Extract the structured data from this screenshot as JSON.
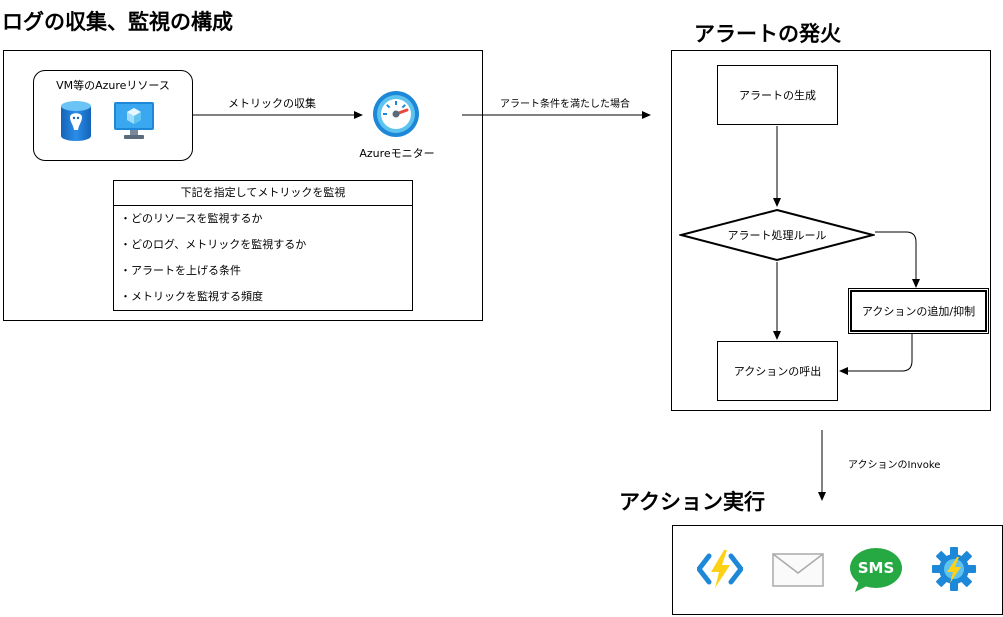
{
  "sections": {
    "collect_title": "ログの収集、監視の構成",
    "alert_title": "アラートの発火",
    "action_title": "アクション実行"
  },
  "collect": {
    "vm_label": "VM等のAzureリソース",
    "metric_arrow_label": "メトリックの収集",
    "monitor_label": "Azureモニター",
    "conditions_header": "下記を指定してメトリックを監視",
    "conditions": [
      "・どのリソースを監視するか",
      "・どのログ、メトリックを監視するか",
      "・アラートを上げる条件",
      "・メトリックを監視する頻度"
    ]
  },
  "alert_trigger_label": "アラート条件を満たした場合",
  "alert": {
    "generate": "アラートの生成",
    "rule": "アラート処理ルール",
    "add_suppress": "アクションの追加/抑制",
    "call": "アクションの呼出"
  },
  "invoke_label": "アクションのInvoke",
  "actions": {
    "sms_text": "SMS"
  },
  "icons": [
    "postgresql-icon",
    "virtual-machine-icon",
    "azure-monitor-icon",
    "azure-functions-icon",
    "email-icon",
    "sms-icon",
    "logic-app-icon"
  ],
  "colors": {
    "azure_blue": "#1e88d8",
    "monitor_light": "#5ec4ef",
    "sms_green": "#26a843",
    "functions_yellow": "#fcd116"
  }
}
